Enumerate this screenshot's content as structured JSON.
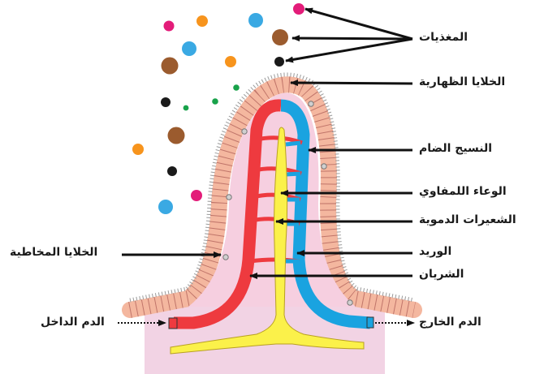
{
  "labels": {
    "nutrients": "المغذيات",
    "epithelial_cells": "الخلايا الظهارية",
    "connective_tissue": "النسيج الضام",
    "lymph_vessel": "الوعاء اللمفاوي",
    "capillaries": "الشعيرات الدموية",
    "vein": "الوريد",
    "artery": "الشريان",
    "goblet_cells": "الخلايا المخاطية",
    "blood_in": "الدم الداخل",
    "blood_out": "الدم الخارج"
  },
  "colors": {
    "artery": "#ee3a3f",
    "vein": "#1aa3e0",
    "lymph": "#fbf14a",
    "tissue": "#f6cfe0",
    "cells": "#f4b79f",
    "nutrient_magenta": "#e31c79",
    "nutrient_orange": "#f7941d",
    "nutrient_blue": "#3aa9e3",
    "nutrient_brown": "#9b5b2e",
    "nutrient_black": "#1a1a1a",
    "nutrient_green": "#18a24a"
  }
}
